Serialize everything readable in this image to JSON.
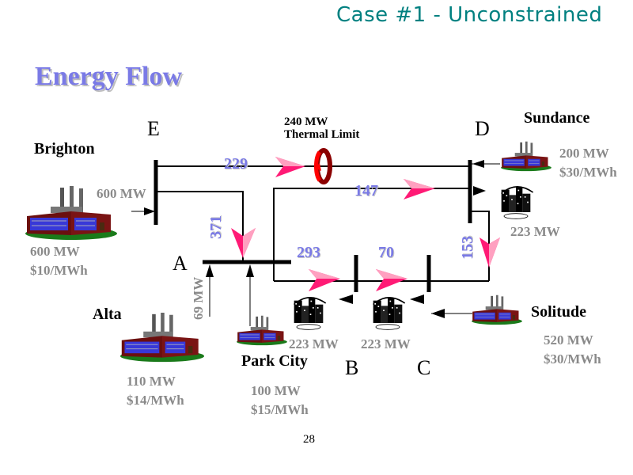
{
  "header": {
    "case_title": "Case #1 - Unconstrained",
    "main_title": "Energy Flow"
  },
  "buses": {
    "A": "A",
    "B": "B",
    "C": "C",
    "D": "D",
    "E": "E"
  },
  "generators": [
    {
      "name": "Brighton",
      "capacity": "600 MW",
      "price": "$10/MWh",
      "output": "600 MW"
    },
    {
      "name": "Alta",
      "capacity": "110 MW",
      "price": "$14/MWh",
      "output": "69 MW"
    },
    {
      "name": "Park City",
      "capacity": "100 MW",
      "price": "$15/MWh"
    },
    {
      "name": "Sundance",
      "capacity": "200 MW",
      "price": "$30/MWh"
    },
    {
      "name": "Solitude",
      "capacity": "520 MW",
      "price": "$30/MWh"
    }
  ],
  "loads": [
    {
      "bus": "B",
      "value": "223 MW"
    },
    {
      "bus": "C",
      "value": "223 MW"
    },
    {
      "bus": "D",
      "value": "223 MW"
    }
  ],
  "flows": {
    "E_D": "229",
    "A_D": "147",
    "E_A": "371",
    "A_B": "293",
    "B_C": "70",
    "D_C": "153"
  },
  "thermal_limit": {
    "line1": "240 MW",
    "line2": "Thermal Limit"
  },
  "colors": {
    "title_teal": "#008080",
    "heading_periwinkle": "#7a7ae6",
    "flow_arrow": "#ff1a75",
    "limit_ring": "#e00000",
    "gray_text": "#8a8a8a"
  },
  "page_number": "28"
}
